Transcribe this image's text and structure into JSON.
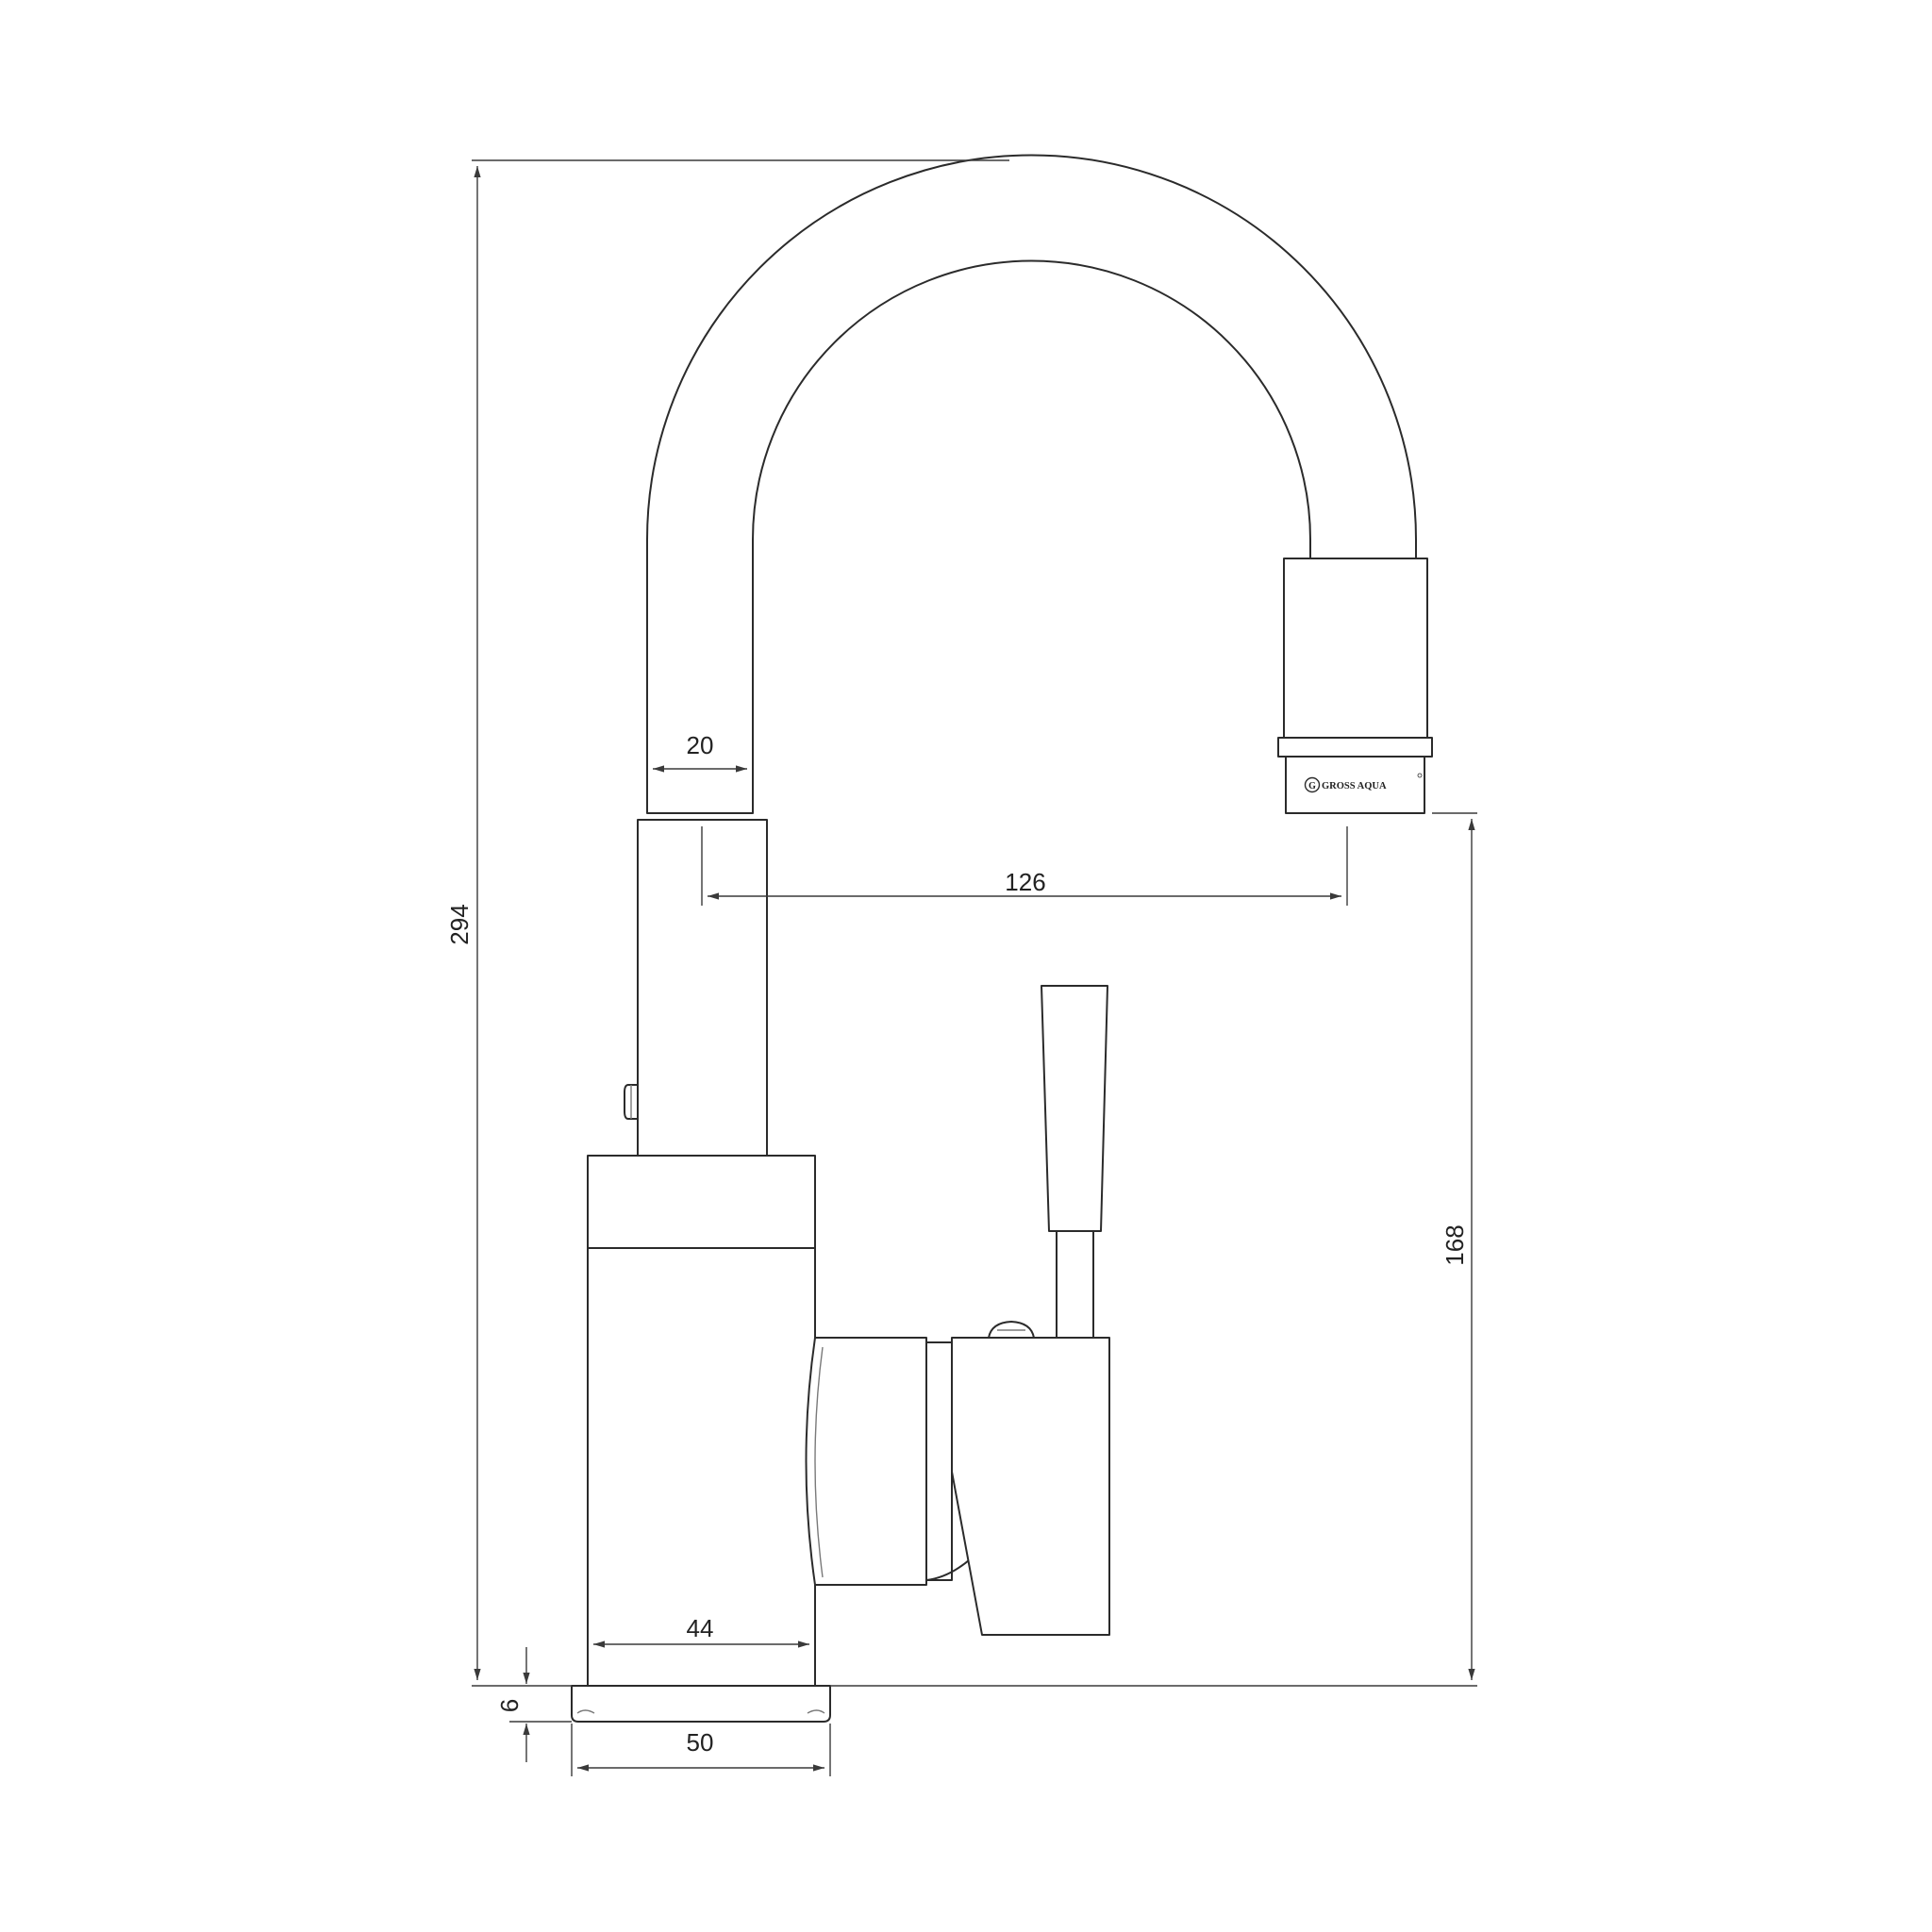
{
  "drawing": {
    "brand": "GROSS AQUA",
    "brand_mark": "G",
    "dimensions": {
      "total_height": "294",
      "spout_diameter": "20",
      "spout_reach": "126",
      "outlet_height": "168",
      "body_width": "44",
      "base_thickness": "6",
      "base_width": "50"
    }
  }
}
